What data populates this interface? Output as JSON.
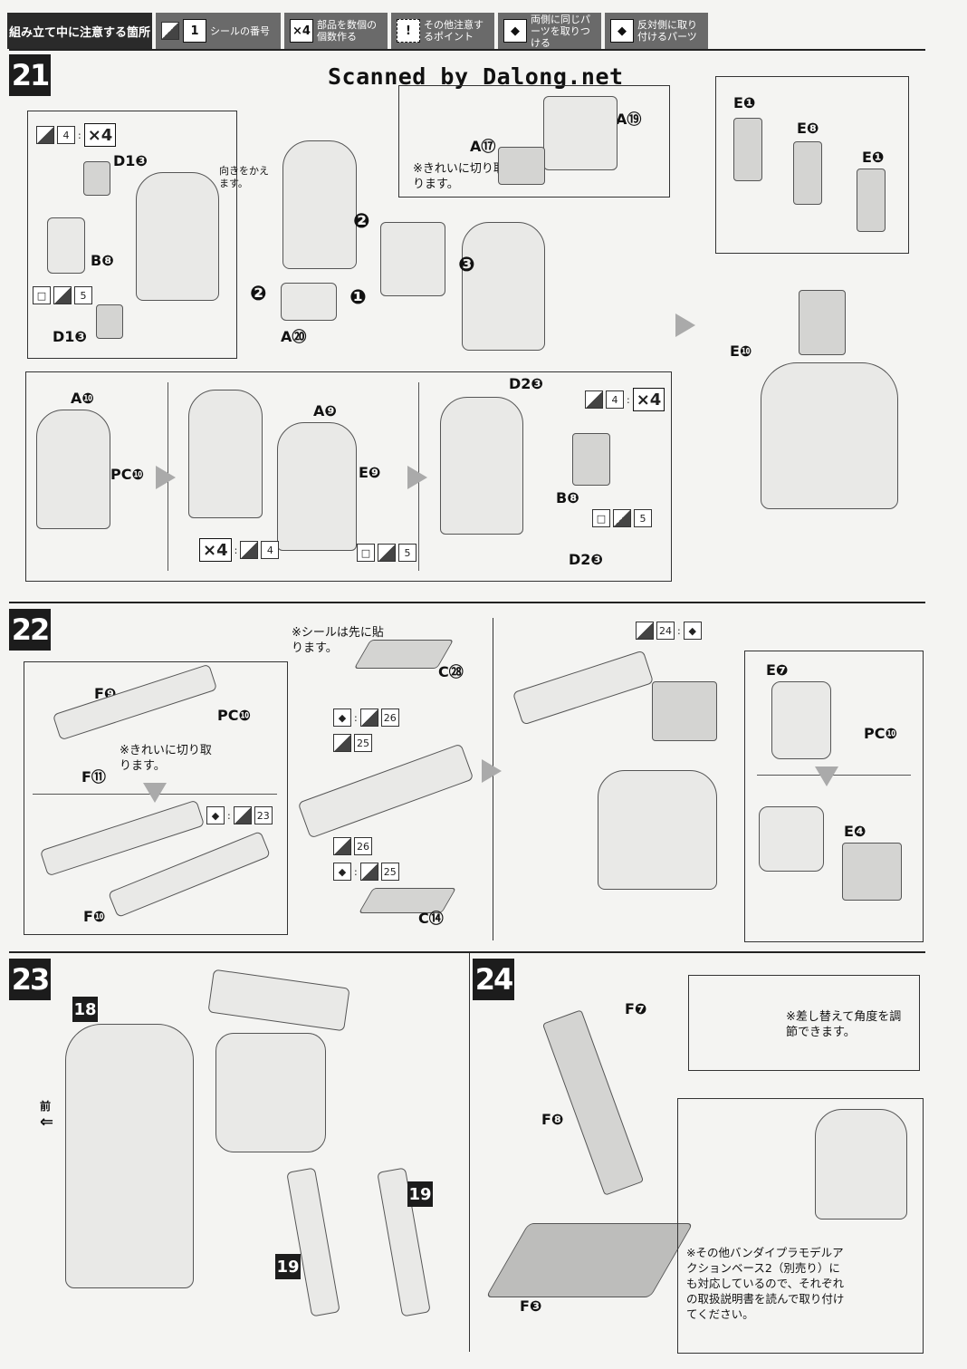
{
  "legend": {
    "title": "組み立て中に注意する箇所",
    "items": [
      {
        "symbol": "1",
        "text": "シールの番号"
      },
      {
        "symbol": "×4",
        "text": "部品を数個の個数作る"
      },
      {
        "symbol": "!",
        "text": "その他注意するポイント"
      },
      {
        "symbol": "◆",
        "text": "両側に同じパーツを取りつける"
      },
      {
        "symbol": "◆",
        "text": "反対側に取り付けるパーツ"
      }
    ]
  },
  "watermark": "Scanned by Dalong.net",
  "steps": {
    "s21": {
      "num": "21",
      "notes": {
        "turn": "向きをかえます。",
        "cut": "※きれいに切り取ります。"
      },
      "labels": {
        "d13_a": "D1❸",
        "b8_a": "B❽",
        "d13_b": "D1❸",
        "a20": "A⑳",
        "a17": "A⑰",
        "a19": "A⑲",
        "e1_a": "E❶",
        "e8": "E❽",
        "e1_b": "E❶",
        "e10": "E❿",
        "a10": "A❿",
        "pc10": "PC❿",
        "a9": "A❾",
        "e9": "E❾",
        "d23_a": "D2❸",
        "b8_b": "B❽",
        "d23_b": "D2❸"
      },
      "seals": {
        "s4": "4",
        "s5": "5"
      },
      "x4": "×4",
      "order": {
        "o1": "❶",
        "o2a": "❷",
        "o2b": "❷",
        "o3": "❸"
      }
    },
    "s22": {
      "num": "22",
      "notes": {
        "seal_first": "※シールは先に貼ります。",
        "cut": "※きれいに切り取ります。"
      },
      "labels": {
        "f9": "F❾",
        "pc10_a": "PC❿",
        "f11": "F⑪",
        "f10": "F❿",
        "c28": "C㉘",
        "c14": "C⑭",
        "e7": "E❼",
        "pc10_b": "PC❿",
        "e4": "E❹"
      },
      "seals": {
        "s23": "23",
        "s24": "24",
        "s25a": "25",
        "s25b": "25",
        "s26a": "26",
        "s26b": "26"
      }
    },
    "s23": {
      "num": "23",
      "badges": {
        "b18": "18",
        "b19a": "19",
        "b19b": "19"
      },
      "front": "前"
    },
    "s24": {
      "num": "24",
      "labels": {
        "f7": "F❼",
        "f8": "F❽",
        "f3": "F❸"
      },
      "notes": {
        "angle": "※差し替えて角度を調節できます。",
        "base": "※その他バンダイプラモデルアクションベース2（別売り）にも対応しているので、それぞれの取扱説明書を読んで取り付けてください。"
      }
    }
  }
}
